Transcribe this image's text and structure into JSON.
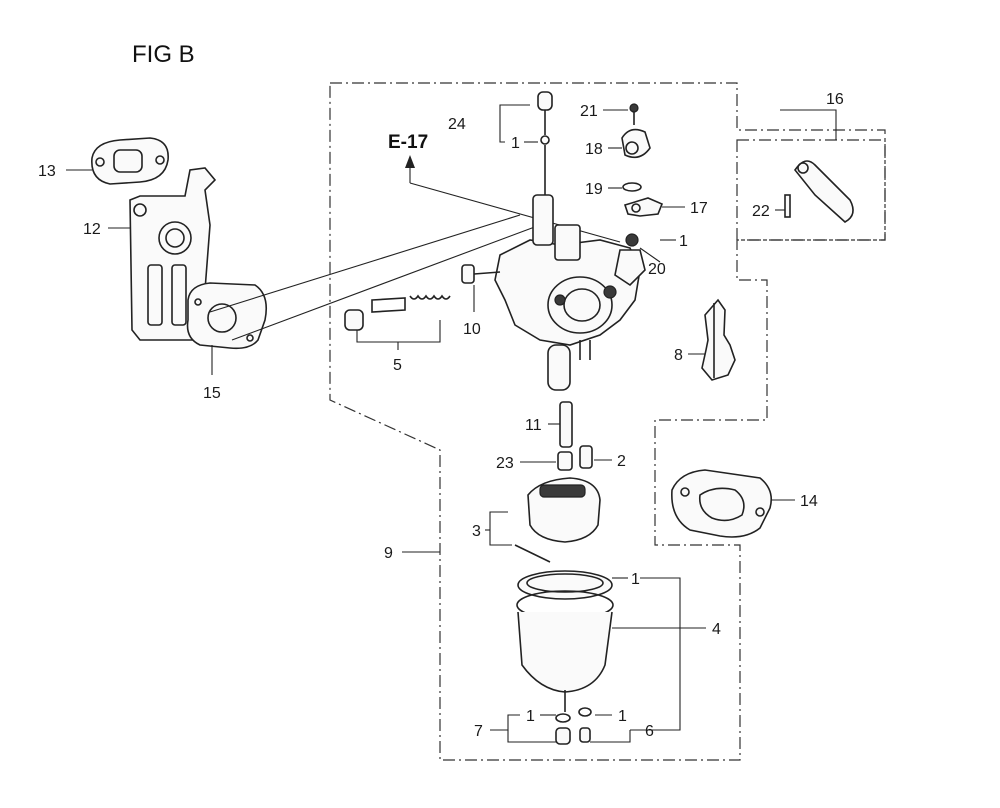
{
  "figure": {
    "title": "FIG B",
    "reference": "E-17",
    "callouts": {
      "c1_top": "1",
      "c1_right": "1",
      "c1_bowl": "1",
      "c1_b7": "1",
      "c1_b6": "1",
      "c2": "2",
      "c3": "3",
      "c4": "4",
      "c5": "5",
      "c6": "6",
      "c7": "7",
      "c8": "8",
      "c9": "9",
      "c10": "10",
      "c11": "11",
      "c12": "12",
      "c13": "13",
      "c14": "14",
      "c15": "15",
      "c16": "16",
      "c17": "17",
      "c18": "18",
      "c19": "19",
      "c20": "20",
      "c21": "21",
      "c22": "22",
      "c23": "23",
      "c24": "24"
    }
  }
}
